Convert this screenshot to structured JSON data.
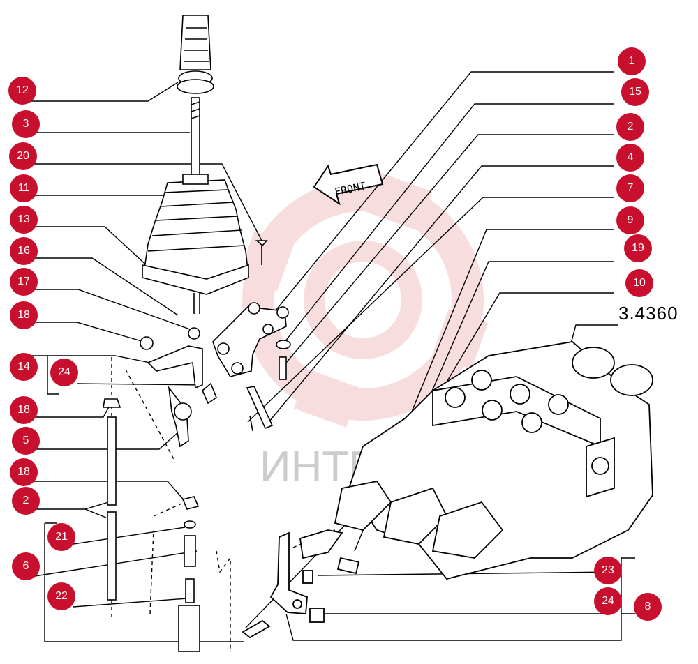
{
  "diagram": {
    "reference": "3.4360",
    "front_label": "FRONT",
    "watermark": "ИНТЕХ",
    "colors": {
      "badge": "#c8102e",
      "line": "#000000",
      "watermark_logo": "#f4c2c6"
    }
  },
  "callouts": [
    {
      "id": "c1",
      "label": "1"
    },
    {
      "id": "c15",
      "label": "15"
    },
    {
      "id": "c2a",
      "label": "2"
    },
    {
      "id": "c4",
      "label": "4"
    },
    {
      "id": "c7",
      "label": "7"
    },
    {
      "id": "c9",
      "label": "9"
    },
    {
      "id": "c19",
      "label": "19"
    },
    {
      "id": "c10",
      "label": "10"
    },
    {
      "id": "c12",
      "label": "12"
    },
    {
      "id": "c3",
      "label": "3"
    },
    {
      "id": "c20",
      "label": "20"
    },
    {
      "id": "c11",
      "label": "11"
    },
    {
      "id": "c13",
      "label": "13"
    },
    {
      "id": "c16",
      "label": "16"
    },
    {
      "id": "c17",
      "label": "17"
    },
    {
      "id": "c18a",
      "label": "18"
    },
    {
      "id": "c14",
      "label": "14"
    },
    {
      "id": "c24a",
      "label": "24"
    },
    {
      "id": "c18b",
      "label": "18"
    },
    {
      "id": "c5",
      "label": "5"
    },
    {
      "id": "c18c",
      "label": "18"
    },
    {
      "id": "c2b",
      "label": "2"
    },
    {
      "id": "c21",
      "label": "21"
    },
    {
      "id": "c6",
      "label": "6"
    },
    {
      "id": "c22",
      "label": "22"
    },
    {
      "id": "c23",
      "label": "23"
    },
    {
      "id": "c24b",
      "label": "24"
    },
    {
      "id": "c8",
      "label": "8"
    }
  ]
}
